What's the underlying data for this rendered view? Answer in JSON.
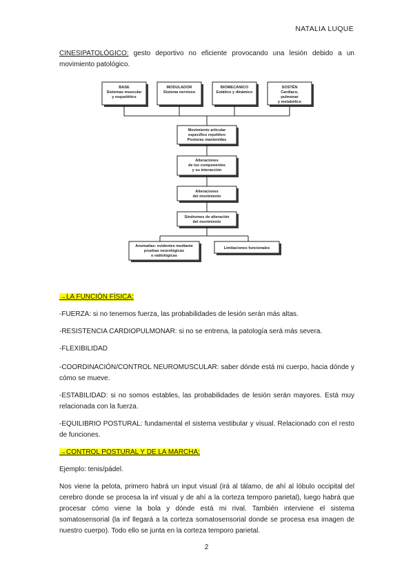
{
  "header": {
    "author": "NATALIA LUQUE"
  },
  "intro": {
    "term": "CINESIPATOLÓGICO:",
    "text": " gesto deportivo no eficiente provocando una lesión debido a un movimiento patológico."
  },
  "diagram": {
    "top_boxes": [
      {
        "title": "BASE",
        "lines": [
          "Sistemas muscular",
          "y esquelético"
        ]
      },
      {
        "title": "MODULADOR",
        "lines": [
          "Sistema nervioso"
        ]
      },
      {
        "title": "BIOMECÁNICO",
        "lines": [
          "Estático y dinámico"
        ]
      },
      {
        "title": "SOSTÉN",
        "lines": [
          "Cardíaco,",
          "pulmonar",
          "y metabólico"
        ]
      }
    ],
    "chain": [
      {
        "lines": [
          "Movimiento articular",
          "específico repetitivo",
          "Posturas mantenidas"
        ]
      },
      {
        "lines": [
          "Alteraciones",
          "de los componentes",
          "y su interacción"
        ]
      },
      {
        "lines": [
          "Alteraciones",
          "del movimiento"
        ]
      },
      {
        "lines": [
          "Síndromes de alteración",
          "del movimiento"
        ]
      }
    ],
    "bottom_boxes": [
      {
        "lines": [
          "Anomalías: evidentes mediante",
          "pruebas neurológicas",
          "o radiológicas"
        ]
      },
      {
        "lines": [
          "Limitaciones funcionales"
        ]
      }
    ]
  },
  "sections": [
    {
      "id": "fisica",
      "heading": "→LA FUNCIÓN FÍSICA:"
    },
    {
      "id": "control",
      "heading": "→CONTROL POSTURAL Y DE LA MARCHA:"
    }
  ],
  "items": [
    {
      "text": "-FUERZA: si no tenemos fuerza, las probabilidades de lesión serán más altas."
    },
    {
      "text": "-RESISTENCIA CARDIOPULMONAR: si no se entrena, la patología será más severa."
    },
    {
      "text": "-FLEXIBILIDAD"
    },
    {
      "text": "-COORDINACIÓN/CONTROL NEUROMUSCULAR: saber dónde está mi cuerpo, hacia dónde y cómo se mueve."
    },
    {
      "text": "-ESTABILIDAD: si no somos estables, las probabilidades de lesión serán mayores. Está muy relacionada con la fuerza."
    },
    {
      "text": "-EQUILIBRIO POSTURAL: fundamental el sistema vestibular y visual. Relacionado con el resto de funciones."
    }
  ],
  "example": {
    "text": "Ejemplo: tenis/pádel."
  },
  "paragraph": {
    "text": "Nos viene la pelota, primero habrá un input visual (irá al tálamo, de ahí al lóbulo occipital del cerebro donde se procesa la inf visual y de ahí a la corteza temporo parietal), luego habrá que procesar cómo viene la bola y dónde está mi rival. También interviene el sistema somatosensorial (la inf llegará a la corteza somatosensorial donde se procesa esa imagen de nuestro cuerpo). Todo ello se junta en la corteza temporo parietal."
  },
  "page_number": "2"
}
